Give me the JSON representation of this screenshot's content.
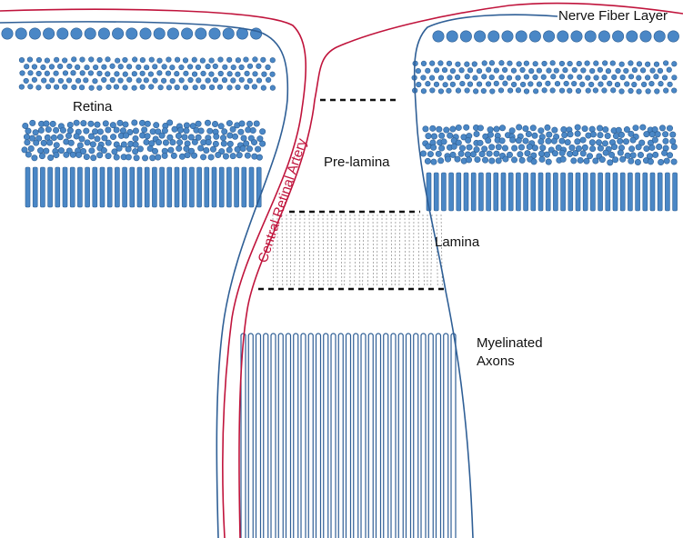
{
  "labels": {
    "nerve_fiber_layer": "Nerve Fiber Layer",
    "retina": "Retina",
    "pre_lamina": "Pre-lamina",
    "lamina": "Lamina",
    "myelinated_line1": "Myelinated",
    "myelinated_line2": "Axons",
    "central_retinal_artery": "Central Retinal Artery"
  },
  "colors": {
    "cell_fill": "#4a87c6",
    "cell_stroke": "#2e5f93",
    "outline_blue": "#2f5f96",
    "artery_red": "#c0143c",
    "dashed_boundary": "#111111",
    "lamina_mesh": "#8a8a8a"
  }
}
